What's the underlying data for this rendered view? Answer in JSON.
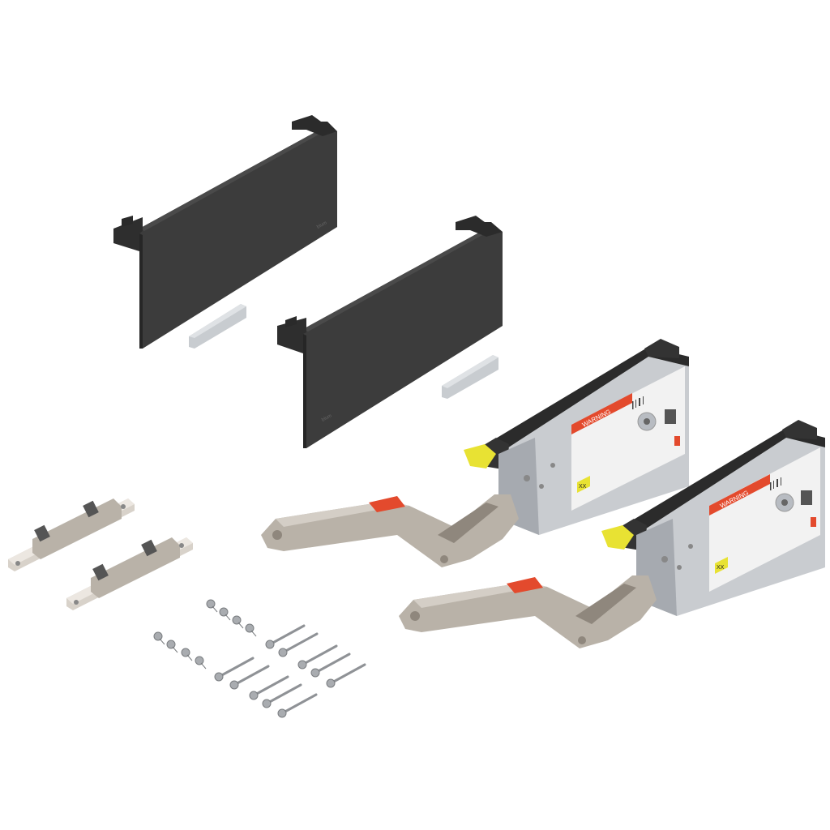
{
  "scene": {
    "background": "#ffffff",
    "colors": {
      "cover": "#3c3c3c",
      "cover_edge": "#2a2a2a",
      "cover_side": "#262626",
      "metal": "#b9b2a8",
      "metal_dark": "#8f877d",
      "mechanism": "#c9ccd0",
      "mechanism_dark": "#a6aab0",
      "warning_red": "#e34a2d",
      "clip_yellow": "#e8e233",
      "screw": "#a9acb0",
      "foil": "#c8ccd0"
    },
    "labels": {
      "warning": "WARNING",
      "lift_code": "XX",
      "brand_mark": "blum"
    }
  }
}
